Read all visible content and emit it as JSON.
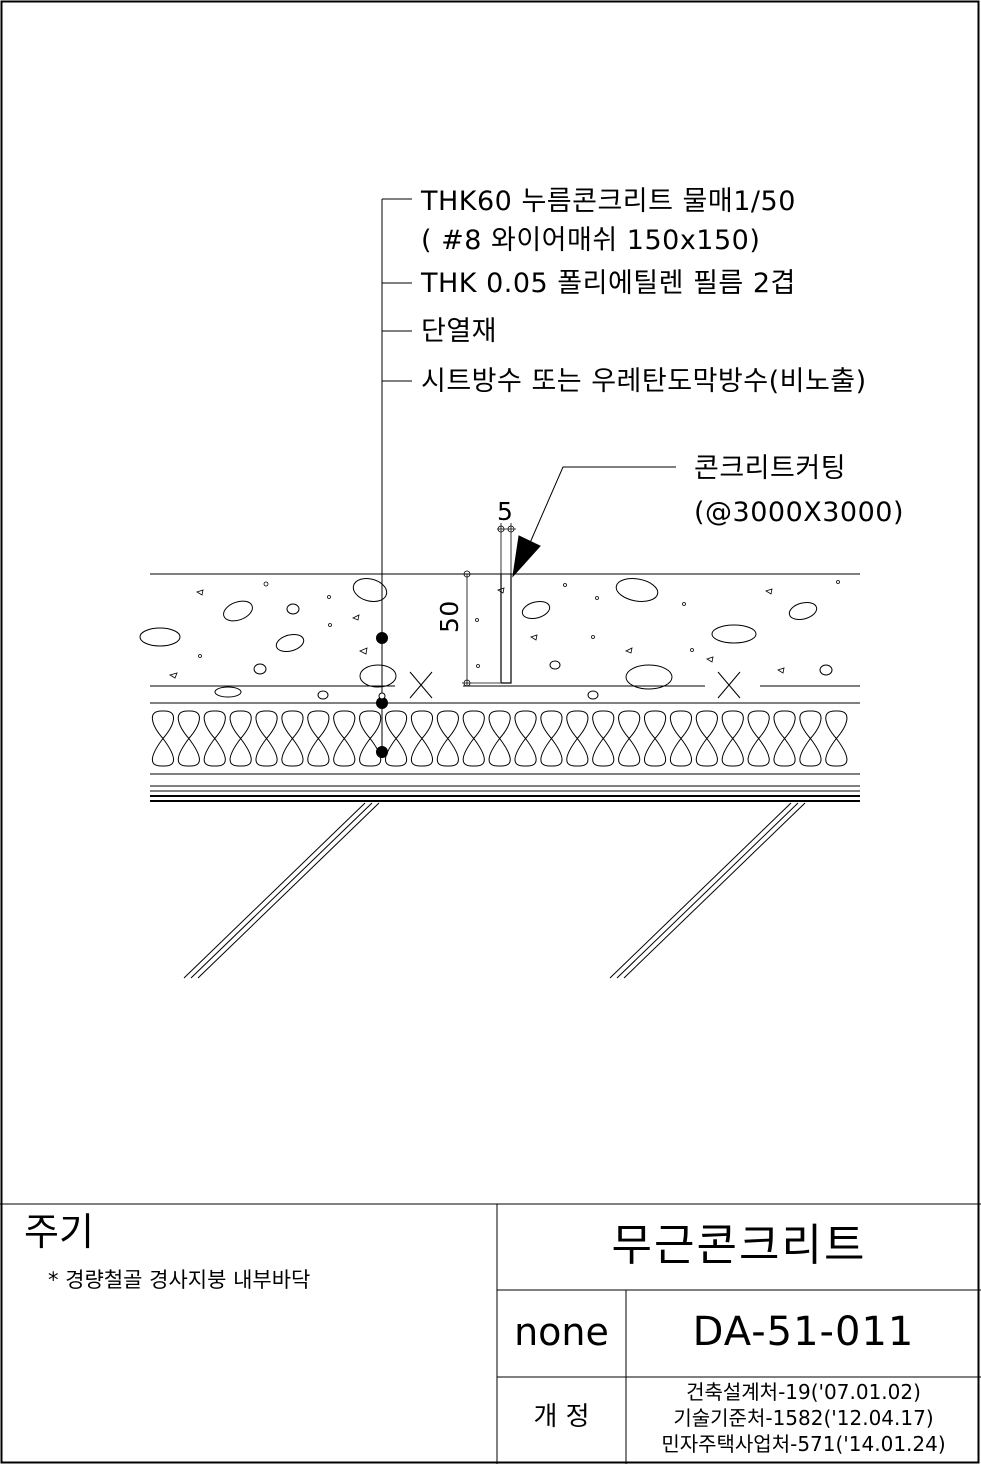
{
  "callouts": {
    "layer1_line1": "THK60 누름콘크리트  물매1/50",
    "layer1_line2": "( #8 와이어매쉬 150x150)",
    "layer2": "THK 0.05 폴리에틸렌 필름 2겹",
    "layer3": "단열재",
    "layer4": "시트방수 또는 우레탄도막방수(비노출)",
    "cutting_line1": "콘크리트커팅",
    "cutting_line2": "(@3000X3000)"
  },
  "dimensions": {
    "joint_width": "5",
    "joint_depth": "50"
  },
  "title_block": {
    "notes_title": "주기",
    "notes_item": "* 경량철골 경사지붕 내부바닥",
    "drawing_title": "무근콘크리트",
    "scale": "none",
    "drawing_number": "DA-51-011",
    "revision_label": "개  정",
    "revisions": [
      "건축설계처-19('07.01.02)",
      "기술기준처-1582('12.04.17)",
      "민자주택사업처-571('14.01.24)"
    ]
  },
  "colors": {
    "line": "#000000",
    "background": "#ffffff"
  }
}
